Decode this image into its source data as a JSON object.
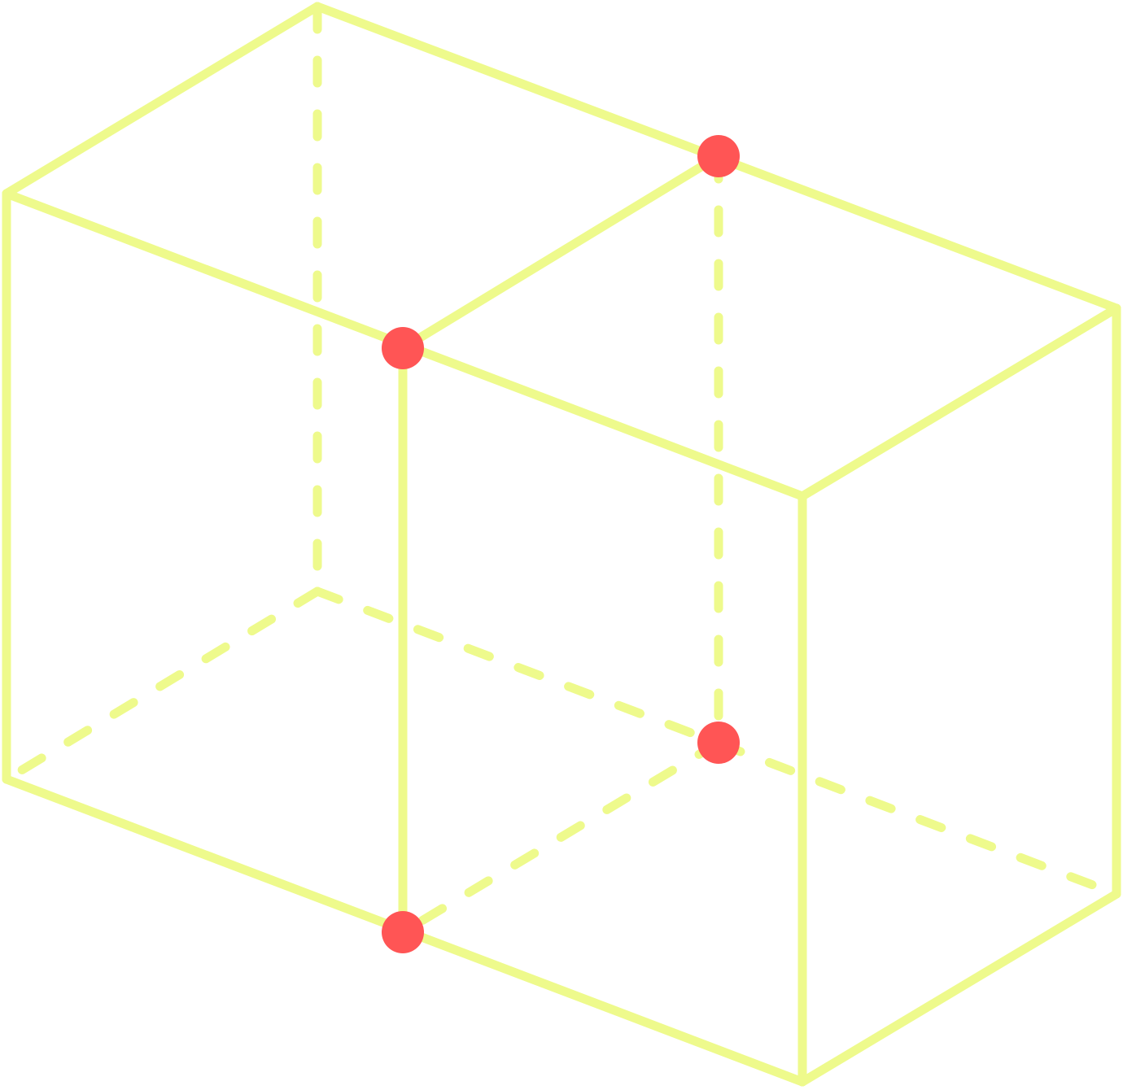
{
  "diagram": {
    "kind": "wireframe rectangular box (cuboid) divided into two cubes",
    "colors": {
      "edge": "#EEFA8C",
      "point": "#FF5555",
      "background": "#FFFFFF"
    },
    "edge_styles": {
      "visible": "solid",
      "hidden": "dashed"
    },
    "highlighted_point_count": 4,
    "labels": []
  }
}
